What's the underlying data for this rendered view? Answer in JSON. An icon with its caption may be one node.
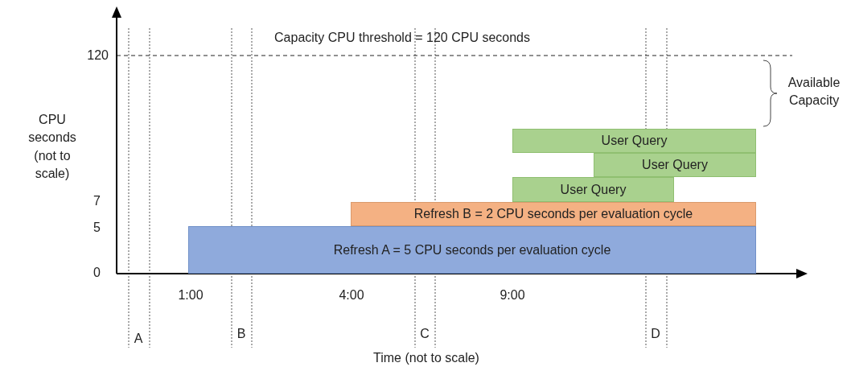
{
  "diagram": {
    "nodes": [
      {
        "text": [
          "User Query"
        ]
      },
      {
        "text": [
          "User Query"
        ]
      },
      {
        "text": [
          "User Query"
        ]
      },
      {
        "text": [
          "Refresh B = 2 CPU seconds per evaluation cycle"
        ]
      },
      {
        "text": [
          "Refresh A = 5 CPU seconds per evaluation cycle"
        ]
      }
    ],
    "labels": [
      "Capacity CPU threshold = 120 CPU seconds",
      "120",
      "Available Capacity",
      "CPU seconds (not to scale)",
      "7",
      "5",
      "0",
      "1:00",
      "4:00",
      "9:00",
      "A",
      "B",
      "C",
      "D",
      "Time (not to scale)"
    ]
  }
}
